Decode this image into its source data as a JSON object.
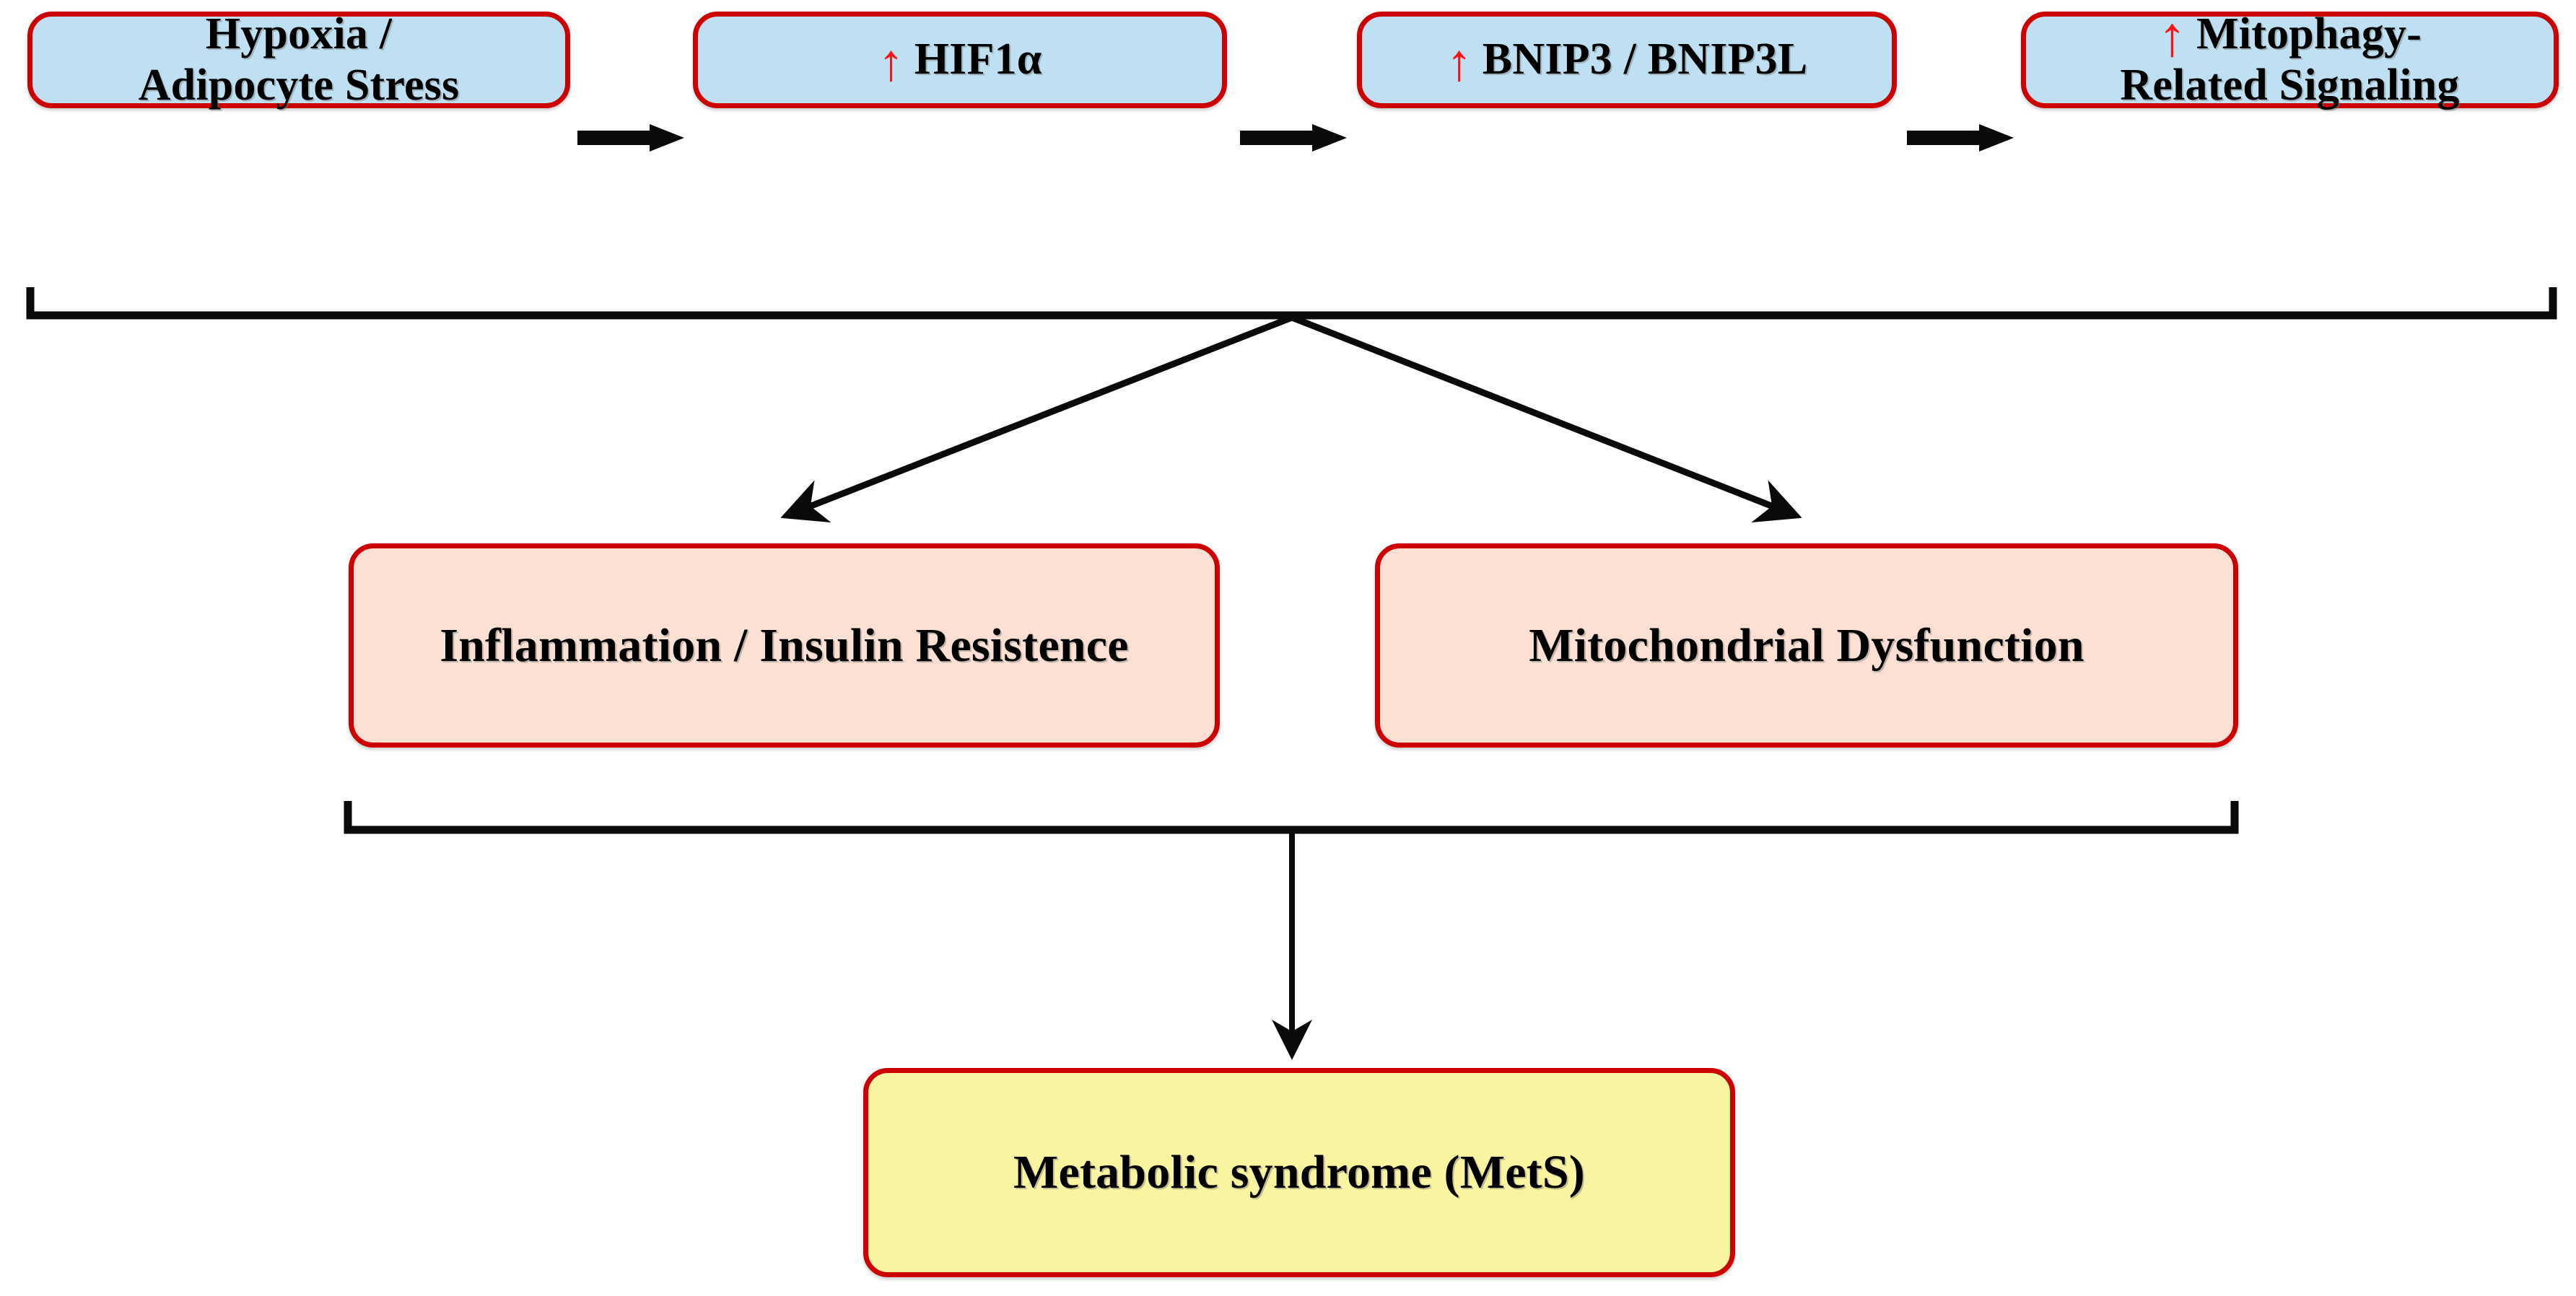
{
  "diagram": {
    "title": "Hypoxia-HIF1a-BNIP3 mitophagy pathway to metabolic syndrome",
    "colors": {
      "box_border": "#cc0000",
      "blue_fill": "#bfe0f2",
      "pink_fill": "#fbe0d3",
      "yellow_fill": "#f9f49f",
      "arrow_black": "#0a0a0a",
      "up_arrow_red": "#ff1111",
      "background": "#ffffff"
    },
    "top_row": [
      {
        "id": "hypoxia",
        "lines": [
          "Hypoxia /",
          "Adipocyte Stress"
        ],
        "has_up_arrow": false
      },
      {
        "id": "hif1a",
        "lines": [
          "HIF1α"
        ],
        "has_up_arrow": true,
        "up_arrow_glyph": "↑"
      },
      {
        "id": "bnip3",
        "lines": [
          "BNIP3 / BNIP3L"
        ],
        "has_up_arrow": true,
        "up_arrow_glyph": "↑"
      },
      {
        "id": "mitophagy",
        "lines": [
          "Mitophagy-",
          "Related Signaling"
        ],
        "has_up_arrow": true,
        "up_arrow_glyph": "↑"
      }
    ],
    "flow_arrows": [
      {
        "id": "arrow-hypoxia-to-hif",
        "direction": "right"
      },
      {
        "id": "arrow-hif-to-bnip",
        "direction": "right"
      },
      {
        "id": "arrow-bnip-to-mitophagy",
        "direction": "right"
      }
    ],
    "middle_row": [
      {
        "id": "inflammation",
        "label": "Inflammation / Insulin Resistence"
      },
      {
        "id": "mito-dysfunction",
        "label": "Mitochondrial Dysfunction"
      }
    ],
    "outcome": {
      "id": "mets",
      "label": "Metabolic syndrome (MetS)"
    },
    "connectors": [
      {
        "id": "top-bracket",
        "type": "bracket",
        "note": "spans all four top boxes, splits into two diagonal arrows"
      },
      {
        "id": "split-arrow-left",
        "type": "diagonal-arrow",
        "target": "inflammation"
      },
      {
        "id": "split-arrow-right",
        "type": "diagonal-arrow",
        "target": "mito-dysfunction"
      },
      {
        "id": "bottom-bracket",
        "type": "bracket",
        "note": "joins the two middle boxes, single arrow down to outcome"
      },
      {
        "id": "outcome-arrow",
        "type": "vertical-arrow",
        "target": "mets"
      }
    ]
  }
}
